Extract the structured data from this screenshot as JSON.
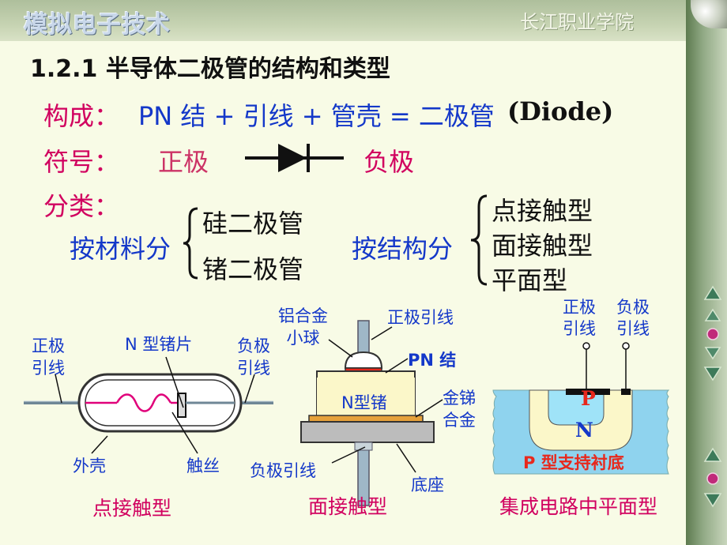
{
  "header": {
    "left": "模拟电子技术",
    "right": "长江职业学院"
  },
  "title": "1.2.1  半导体二极管的结构和类型",
  "composition": {
    "label": "构成：",
    "formula": "PN 结 + 引线 + 管壳 =  二极管",
    "term": "(Diode)"
  },
  "symbol": {
    "label": "符号：",
    "anode": "正极",
    "cathode": "负极"
  },
  "classification": {
    "label": "分类：",
    "by_material": {
      "label": "按材料分",
      "items": [
        "硅二极管",
        "锗二极管"
      ]
    },
    "by_structure": {
      "label": "按结构分",
      "items": [
        "点接触型",
        "面接触型",
        "平面型"
      ]
    }
  },
  "point_contact": {
    "anode_lead": [
      "正极",
      "引线"
    ],
    "n_ge": "N 型锗片",
    "cathode_lead": [
      "负极",
      "引线"
    ],
    "shell": "外壳",
    "wire": "触丝",
    "caption": "点接触型"
  },
  "junction": {
    "al_ball": [
      "铝合金",
      "小球"
    ],
    "anode_lead": "正极引线",
    "pn": "PN 结",
    "n_ge": "N型锗",
    "au_sb": [
      "金锑",
      "合金"
    ],
    "cathode_lead": "负极引线",
    "base": "底座",
    "caption": "面接触型"
  },
  "planar": {
    "anode_lead": [
      "正极",
      "引线"
    ],
    "cathode_lead": [
      "负极",
      "引线"
    ],
    "p": "P",
    "n": "N",
    "substrate": "P 型支持衬底",
    "caption": "集成电路中平面型"
  },
  "colors": {
    "accent_red": "#d1005f",
    "accent_blue": "#1438c9",
    "background": "#f8fbe6"
  },
  "icons": [
    "nav-up-icon",
    "nav-prev-icon",
    "nav-home-icon",
    "nav-next-icon",
    "nav-down-icon"
  ]
}
